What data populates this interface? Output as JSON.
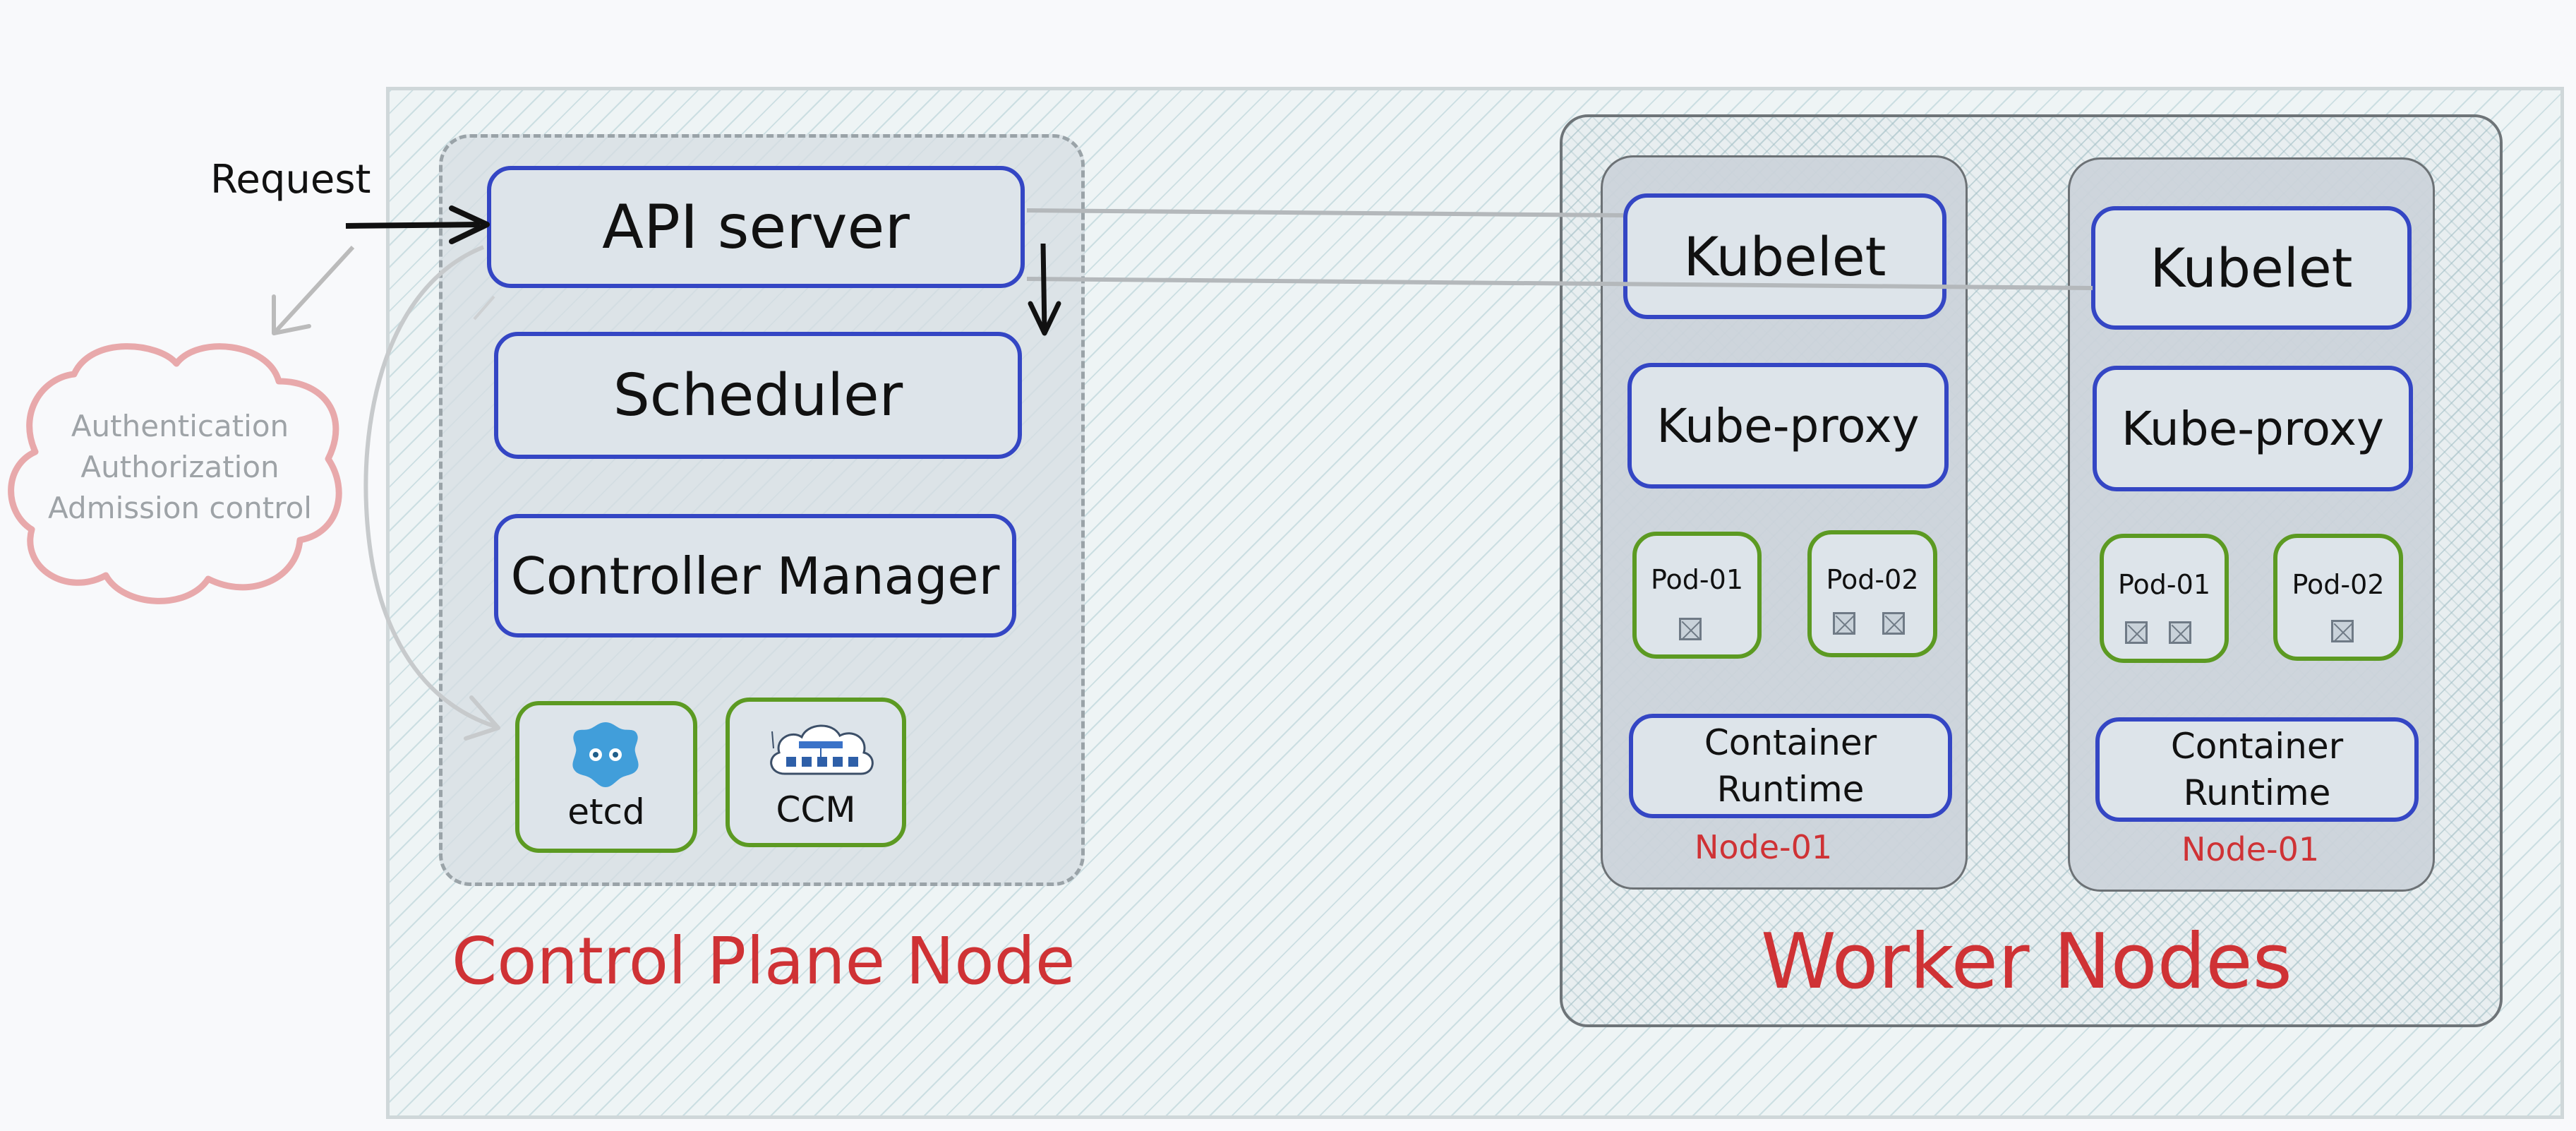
{
  "request": {
    "label": "Request"
  },
  "security": {
    "lines": [
      "Authentication",
      "Authorization",
      "Admission control"
    ]
  },
  "control_plane": {
    "label": "Control Plane Node",
    "api_server": "API server",
    "scheduler": "Scheduler",
    "controller_manager": "Controller Manager",
    "etcd": "etcd",
    "ccm": "CCM"
  },
  "worker_nodes": {
    "label": "Worker Nodes",
    "nodes": [
      {
        "name": "Node-01",
        "kubelet": "Kubelet",
        "kube_proxy": "Kube-proxy",
        "pods": [
          {
            "name": "Pod-01",
            "containers": 1
          },
          {
            "name": "Pod-02",
            "containers": 2
          }
        ],
        "runtime": [
          "Container",
          "Runtime"
        ]
      },
      {
        "name": "Node-01",
        "kubelet": "Kubelet",
        "kube_proxy": "Kube-proxy",
        "pods": [
          {
            "name": "Pod-01",
            "containers": 2
          },
          {
            "name": "Pod-02",
            "containers": 1
          }
        ],
        "runtime": [
          "Container",
          "Runtime"
        ]
      }
    ]
  },
  "colors": {
    "component_border": "#3446c4",
    "addon_border": "#5c9a22",
    "label_red": "#cf3235",
    "cloud_border": "#e8a9ab",
    "etcd_logo": "#419eda"
  }
}
